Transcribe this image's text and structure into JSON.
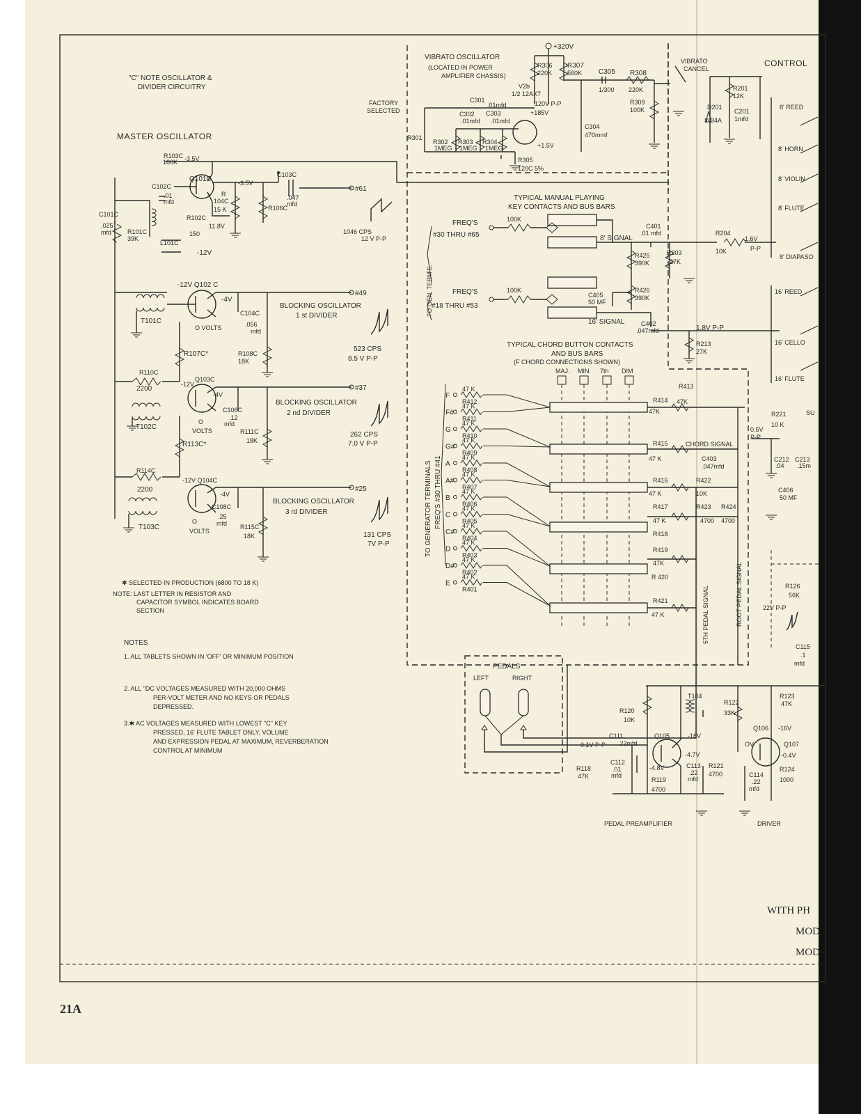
{
  "page_number": "21A",
  "titles": {
    "c_note": "\"C\" NOTE OSCILLATOR &",
    "c_note_2": "DIVIDER CIRCUITRY",
    "master": "MASTER OSCILLATOR",
    "vibrato": "VIBRATO OSCILLATOR",
    "vibrato_loc1": "(LOCATED IN POWER",
    "vibrato_loc2": "AMPLIFIER CHASSIS)",
    "control": "CONTROL",
    "manual1": "TYPICAL MANUAL PLAYING",
    "manual2": "KEY CONTACTS AND BUS BARS",
    "chord1": "TYPICAL CHORD BUTTON CONTACTS",
    "chord2": "AND BUS BARS",
    "chord3": "(F CHORD CONNECTIONS SHOWN)",
    "pedals": "PEDALS",
    "pedal_left": "LEFT",
    "pedal_right": "RIGHT",
    "pedal_preamp": "PEDAL PREAMPLIFIER",
    "driver": "DRIVER",
    "with_ph": "WITH PH",
    "mod1": "MOD",
    "mod2": "MOD"
  },
  "dividers": [
    {
      "name": "BLOCKING OSCILLATOR",
      "stage": "1 st DIVIDER"
    },
    {
      "name": "BLOCKING OSCILLATOR",
      "stage": "2 nd DIVIDER"
    },
    {
      "name": "BLOCKING OSCILLATOR",
      "stage": "3 rd DIVIDER"
    }
  ],
  "frequencies": [
    {
      "term": "#61",
      "cps": "1046 CPS",
      "pp": "12 V P-P"
    },
    {
      "term": "#49",
      "cps": "523 CPS",
      "pp": "8.5 V P-P"
    },
    {
      "term": "#37",
      "cps": "262 CPS",
      "pp": "7.0 V P-P"
    },
    {
      "term": "#25",
      "cps": "131 CPS",
      "pp": "7V P-P"
    }
  ],
  "master_labels": {
    "r103c": "R103C",
    "r103c_v": "180K",
    "v35a": "-3.5V",
    "q101c": "Q101C",
    "c102c": "C102C",
    "c102c_v": ".01",
    "c102c_u": "mfd",
    "c101c": "C101C",
    "c101c_v": ".025",
    "c101c_u": "mfd",
    "r101c": "R101C",
    "r101c_v": "39K",
    "l101c": "L101C",
    "r102c": "R102C",
    "r102c_v": "150",
    "neg12": "-12V",
    "r104c": "R",
    "r104c_2": "104C",
    "r104c_v": "15 K",
    "v118": "11.8V",
    "v35b": "-3.5V",
    "c103c": "C103C",
    "c103c_v": ".047",
    "c103c_u": "mfd",
    "r106c": "R106C"
  },
  "divider_labels": {
    "q102c": "-12V Q102 C",
    "v4a": "-4V",
    "t101c": "T101C",
    "ovolts": "O VOLTS",
    "c104c": "C104C",
    "c104c_v": ".056",
    "c104c_u": "mfd",
    "r107c": "R107C*",
    "r108c": "R108C",
    "r108c_v": "18K",
    "r110c": "R110C",
    "r110c_v": "2200",
    "q103c": "Q103C",
    "v12b": "-12V",
    "v4b": "-4V",
    "c106c": "C106C",
    "c106c_v": ".12",
    "c106c_u": "mfd",
    "t102c": "T102C",
    "o2": "O",
    "volts2": "VOLTS",
    "r111c": "R111C",
    "r111c_v": "18K",
    "r113c": "R113C*",
    "r114c": "R114C",
    "r114c_v": "2200",
    "q104c": "-12V Q104C",
    "v4c": "-4V",
    "c108c": "C108C",
    "c108c_v": ".25",
    "c108c_u": "mfd",
    "t103": "T103C",
    "o3": "O",
    "volts3": "VOLTS",
    "r115c": "R115C",
    "r115c_v": "18K"
  },
  "gen_terms": {
    "to_gen": "TO GEN. TERM'S.",
    "to_gen2": "TO GENERATOR TERMINALS",
    "to_gen3": "FREQ'S #30 THRU #41"
  },
  "notes": {
    "selected": "✱ SELECTED IN PRODUCTION (6800 TO 18 K)",
    "note1": "NOTE: LAST LETTER IN RESISTOR AND",
    "note2": "CAPACITOR SYMBOL INDICATES BOARD",
    "note3": "SECTION",
    "heading": "NOTES",
    "n1": "1.   ALL TABLETS SHOWN IN 'OFF' OR MINIMUM POSITION",
    "n2a": "2.  ALL \"DC VOLTAGES MEASURED WITH 20,000 OHMS",
    "n2b": "PER-VOLT METER AND NO KEYS OR PEDALS",
    "n2c": "DEPRESSED.",
    "n3a": "3.✱ AC VOLTAGES MEASURED WITH LOWEST \"C\" KEY",
    "n3b": "PRESSED, 16' FLUTE TABLET ONLY, VOLUME",
    "n3c": "AND EXPRESSION PEDAL AT MAXIMUM, REVERBERATION",
    "n3d": "CONTROL AT MINIMUM"
  },
  "vibrato_labels": {
    "v320": "+320V",
    "r306": "R306",
    "r306_v": "220K",
    "r307": "R307",
    "r307_v": "560K",
    "c305": "C305",
    "c305_v": "1/300",
    "r308": "R308",
    "r308_v": "220K",
    "r309": "R309",
    "r309_v": "100K",
    "cancel1": "VIBRATO",
    "cancel2": "CANCEL",
    "factory1": "FACTORY",
    "factory2": "SELECTED",
    "c301": "C301",
    "c301_v": ".01mfd",
    "v2b": "V2b",
    "v2b_type": "1/2 12AX7",
    "v120": "120V P-P",
    "v185": "+185V",
    "c302": "C302",
    "c302_v": ".01mfd",
    "c303": "C303",
    "c303_v": ".01mfd",
    "c304": "C304",
    "c304_v": "470mmf",
    "r301": "R301",
    "r302": "R302",
    "r302_v": "1MEG",
    "r303": "R303",
    "r303_v": "1MEG",
    "r304": "R304",
    "r304_v": "1MEG",
    "v15": "+1.5V",
    "r305": "R305",
    "r305_v": "120C 5%",
    "d201": "D201",
    "d201_t": "IN34A",
    "r201": "R201",
    "r201_v": "12K",
    "c201": "C201",
    "c201_v": "1mfd"
  },
  "manual_labels": {
    "freqs1": "FREQ'S",
    "freqs1_r": "#30 THRU #65",
    "freqs2": "FREQ'S",
    "freqs2_r": "#18 THRU #53",
    "r100k": "100K",
    "r100k2": "100K",
    "sig8": "8' SIGNAL",
    "sig16": "16' SIGNAL",
    "c401": "C401",
    "c401_v": ".01 mfd",
    "r425": "R425",
    "r425_v": "390K",
    "c405": "C405",
    "c405_v": "50 MF",
    "r426": "R426",
    "r426_v": "390K",
    "c402": "C402",
    "c402_v": ".047mfd",
    "r203": "R203",
    "r203_v": "27K",
    "r204": "R204",
    "r204_v": "10K",
    "v16a": "1.6V",
    "pp": "P-P",
    "v16b": "1.8V P-P",
    "r213": "R213",
    "r213_v": "27K"
  },
  "stops": [
    "8' REED",
    "8' HORN",
    "8' VIOLIN",
    "8' FLUTE",
    "8' DIAPASO",
    "16' REED",
    "16' CELLO",
    "16' FLUTE"
  ],
  "chord_cols": [
    "MAJ.",
    "MIN.",
    "7th",
    "DIM"
  ],
  "chord_notes": [
    {
      "note": "F",
      "res": "R412",
      "val": "47 K"
    },
    {
      "note": "F#",
      "res": "R411",
      "val": "47 K"
    },
    {
      "note": "G",
      "res": "R410",
      "val": "47 K"
    },
    {
      "note": "G#",
      "res": "R409",
      "val": "47 K"
    },
    {
      "note": "A",
      "res": "R408",
      "val": "47 K"
    },
    {
      "note": "A#",
      "res": "R407",
      "val": "47 K"
    },
    {
      "note": "B",
      "res": "R406",
      "val": "47 K"
    },
    {
      "note": "C",
      "res": "R405",
      "val": "47 K"
    },
    {
      "note": "C#",
      "res": "R404",
      "val": "47 K"
    },
    {
      "note": "D",
      "res": "R403",
      "val": "47 K"
    },
    {
      "note": "D#",
      "res": "R402",
      "val": "47 K"
    },
    {
      "note": "E",
      "res": "R401",
      "val": "47 K"
    }
  ],
  "chord_right": {
    "r413": "R413",
    "r413_v": "47K",
    "r414": "R414",
    "r414_v": "47K",
    "r415": "R415",
    "r415_v": "47 K",
    "chord_signal": "CHORD SIGNAL",
    "c403": "C403",
    "c403_v": ".047mfd",
    "r416": "R416",
    "r416_v": "47 K",
    "r422": "R422",
    "r422_v": "10K",
    "r417": "R417",
    "r417_v": "47 K",
    "r418": "R418",
    "r423": "R423",
    "r423_v": "4700",
    "r424": "R424",
    "r424_v": "4700",
    "r419": "R419",
    "r419_v": "47K",
    "r420": "R 420",
    "r421": "R421",
    "r421_v": "47 K",
    "fifth": "5TH PEDAL SIGNAL",
    "root": "ROOT PEDAL SIGNAL",
    "r221": "R221",
    "r221_v": "10 K",
    "v05": "0.5V",
    "pp2": "P-P",
    "c212": "C212",
    "c212_v": ".04",
    "c213": "C213",
    "c213_v": ".15m",
    "c406": "C406",
    "c406_v": "50 MF",
    "su": "SU"
  },
  "preamp_labels": {
    "r120": "R120",
    "r120_v": "10K",
    "t104": "T104",
    "r122": "R122",
    "r122_v": "33K",
    "r123": "R123",
    "r123_v": "47K",
    "q105": "Q105",
    "v16": "-16V",
    "v47": "-4.7V",
    "c111": "C111",
    "c111_v": ".22mfd",
    "v01": "0.1V P-P",
    "r121": "R121",
    "r121_v": "4700",
    "v48": "-4.8V",
    "c112": "C112",
    "c112_v": ".01",
    "c112_u": "mfd",
    "r118": "R118",
    "r118_v": "47K",
    "c113": "C113",
    "c113_v": ".22",
    "c113_u": "mfd",
    "r119": "R119",
    "r119_v": "4700",
    "q106": "Q106",
    "v16c": "-16V",
    "q107": "Q107",
    "ov": "OV",
    "v04": "-0.4V",
    "c114": "C114",
    "c114_v": ".22",
    "c114_u": "mfd",
    "r124": "R124",
    "r124_v": "1000",
    "r126": "R126",
    "r126_v": "56K",
    "v22": "22V P-P",
    "c115": "C115",
    "c115_v": ".1",
    "c115_u": "mfd"
  }
}
